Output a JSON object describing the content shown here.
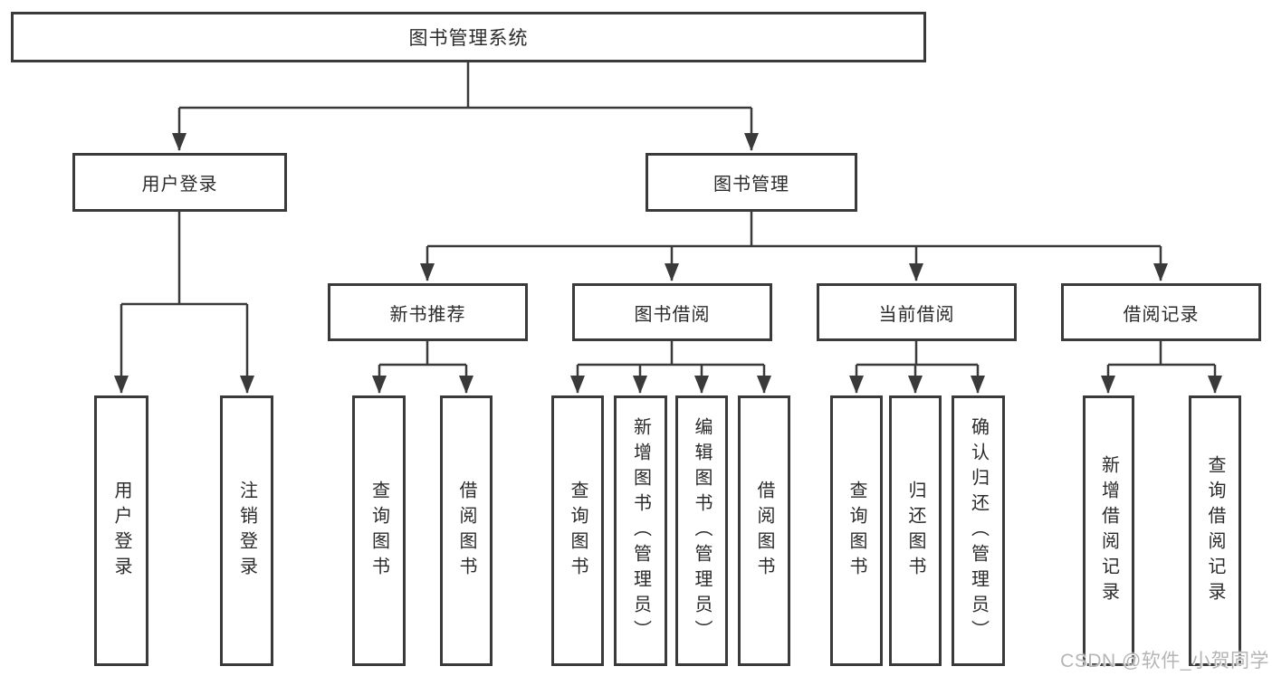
{
  "diagram_type": "hierarchy-tree",
  "tree": {
    "label": "图书管理系统",
    "children": [
      {
        "label": "用户登录",
        "children": [
          {
            "label": "用户登录"
          },
          {
            "label": "注销登录"
          }
        ]
      },
      {
        "label": "图书管理",
        "children": [
          {
            "label": "新书推荐",
            "children": [
              {
                "label": "查询图书"
              },
              {
                "label": "借阅图书"
              }
            ]
          },
          {
            "label": "图书借阅",
            "children": [
              {
                "label": "查询图书"
              },
              {
                "label": "新增图书（管理员）"
              },
              {
                "label": "编辑图书（管理员）"
              },
              {
                "label": "借阅图书"
              }
            ]
          },
          {
            "label": "当前借阅",
            "children": [
              {
                "label": "查询图书"
              },
              {
                "label": "归还图书"
              },
              {
                "label": "确认归还（管理员）"
              }
            ]
          },
          {
            "label": "借阅记录",
            "children": [
              {
                "label": "新增借阅记录"
              },
              {
                "label": "查询借阅记录"
              }
            ]
          }
        ]
      }
    ]
  },
  "watermark": {
    "text": "CSDN @软件_小贺同学"
  },
  "colors": {
    "line": "#3a3a3a",
    "box_border": "#3a3a3a",
    "text": "#2b2b2b",
    "watermark": "#b5b5b5",
    "background": "#ffffff"
  }
}
